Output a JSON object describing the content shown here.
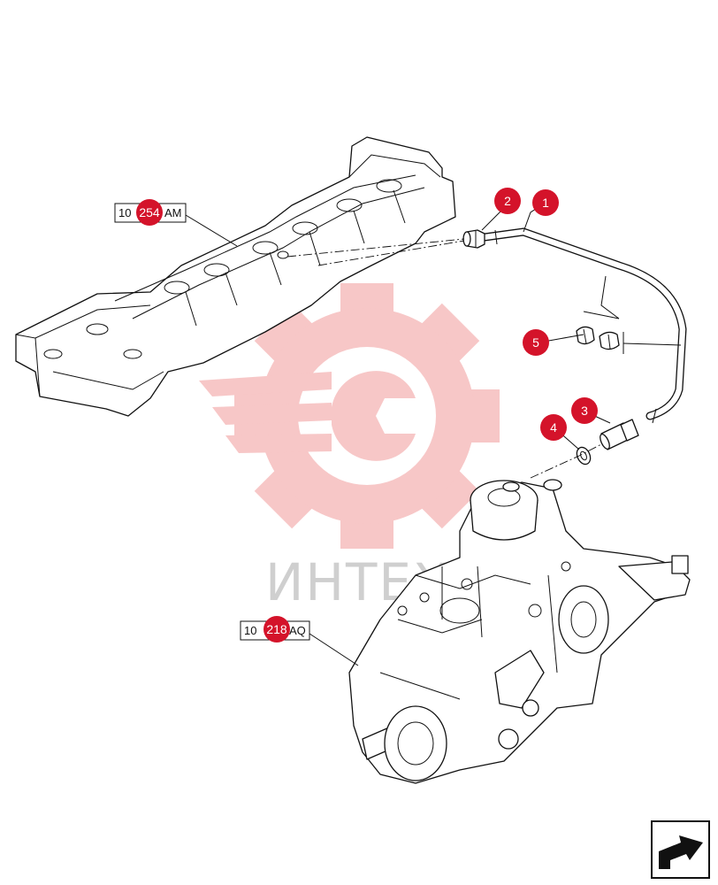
{
  "watermark": {
    "text": "ИНТЕХ",
    "color": "#f1a7a7"
  },
  "accent_color": "#d4132a",
  "callouts": [
    {
      "id": "callout-1",
      "number": "1"
    },
    {
      "id": "callout-2",
      "number": "2"
    },
    {
      "id": "callout-3",
      "number": "3"
    },
    {
      "id": "callout-4",
      "number": "4"
    },
    {
      "id": "callout-5",
      "number": "5"
    }
  ],
  "references": [
    {
      "prefix": "10",
      "badge": "254",
      "suffix": "AM",
      "for": "cylinder-head-cover"
    },
    {
      "prefix": "10",
      "badge": "218",
      "suffix": "AQ",
      "for": "injection-pump"
    }
  ],
  "navigation": {
    "icon": "next-page-arrow-icon"
  }
}
